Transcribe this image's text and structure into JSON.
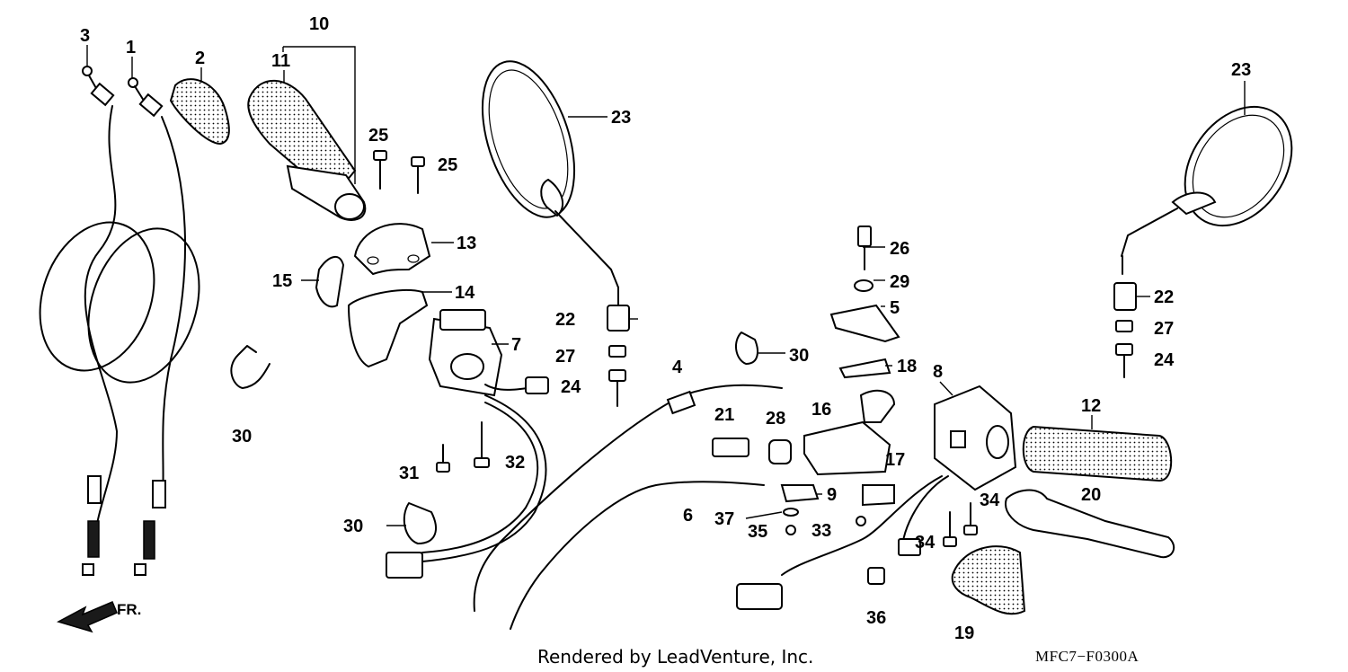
{
  "footer": {
    "rendered_by": "Rendered by LeadVenture, Inc.",
    "diagram_code": "MFC7−F0300A"
  },
  "direction_label": "FR.",
  "callouts": [
    {
      "id": "c3",
      "text": "3"
    },
    {
      "id": "c1",
      "text": "1"
    },
    {
      "id": "c2",
      "text": "2"
    },
    {
      "id": "c10",
      "text": "10"
    },
    {
      "id": "c11",
      "text": "11"
    },
    {
      "id": "c25a",
      "text": "25"
    },
    {
      "id": "c25b",
      "text": "25"
    },
    {
      "id": "c13",
      "text": "13"
    },
    {
      "id": "c15",
      "text": "15"
    },
    {
      "id": "c14",
      "text": "14"
    },
    {
      "id": "c30a",
      "text": "30"
    },
    {
      "id": "c7",
      "text": "7"
    },
    {
      "id": "c31",
      "text": "31"
    },
    {
      "id": "c32",
      "text": "32"
    },
    {
      "id": "c30b",
      "text": "30"
    },
    {
      "id": "c23a",
      "text": "23"
    },
    {
      "id": "c22a",
      "text": "22"
    },
    {
      "id": "c27a",
      "text": "27"
    },
    {
      "id": "c24a",
      "text": "24"
    },
    {
      "id": "c4",
      "text": "4"
    },
    {
      "id": "c30c",
      "text": "30"
    },
    {
      "id": "c21",
      "text": "21"
    },
    {
      "id": "c28",
      "text": "28"
    },
    {
      "id": "c16",
      "text": "16"
    },
    {
      "id": "c6",
      "text": "6"
    },
    {
      "id": "c37",
      "text": "37"
    },
    {
      "id": "c35",
      "text": "35"
    },
    {
      "id": "c9",
      "text": "9"
    },
    {
      "id": "c26",
      "text": "26"
    },
    {
      "id": "c29",
      "text": "29"
    },
    {
      "id": "c5",
      "text": "5"
    },
    {
      "id": "c18",
      "text": "18"
    },
    {
      "id": "c8",
      "text": "8"
    },
    {
      "id": "c17",
      "text": "17"
    },
    {
      "id": "c33",
      "text": "33"
    },
    {
      "id": "c36",
      "text": "36"
    },
    {
      "id": "c34a",
      "text": "34"
    },
    {
      "id": "c34b",
      "text": "34"
    },
    {
      "id": "c19",
      "text": "19"
    },
    {
      "id": "c12",
      "text": "12"
    },
    {
      "id": "c20",
      "text": "20"
    },
    {
      "id": "c23b",
      "text": "23"
    },
    {
      "id": "c22b",
      "text": "22"
    },
    {
      "id": "c27b",
      "text": "27"
    },
    {
      "id": "c24b",
      "text": "24"
    }
  ]
}
